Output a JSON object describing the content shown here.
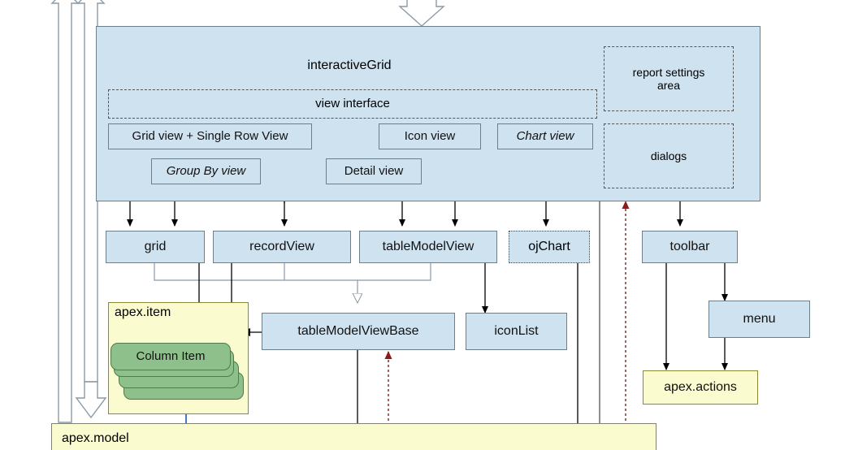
{
  "diagram": {
    "title": "interactiveGrid",
    "colors": {
      "component_fill": "#cfe2f0",
      "component_stroke": "#6b7f8c",
      "apex_fill": "#fbfbd0",
      "apex_stroke": "#8a8a33",
      "item_fill": "#8ec08c",
      "item_stroke": "#4e7a4e",
      "model_arrow": "#3b6fb6",
      "dep_arrow": "#8b1a1a"
    },
    "interactive_grid": {
      "title": "interactiveGrid",
      "view_interface": "view interface",
      "views": [
        {
          "label": "Grid view + Single Row View",
          "italic": false
        },
        {
          "label": "Group By view",
          "italic": true
        },
        {
          "label": "Icon view",
          "italic": false
        },
        {
          "label": "Detail view",
          "italic": false
        },
        {
          "label": "Chart view",
          "italic": true
        }
      ],
      "regions": [
        {
          "label": "report settings\narea"
        },
        {
          "label": "dialogs"
        }
      ],
      "report_settings_line1": "report settings",
      "report_settings_line2": "area",
      "dialogs_label": "dialogs"
    },
    "widgets": [
      {
        "label": "grid",
        "style": "solid"
      },
      {
        "label": "recordView",
        "style": "solid"
      },
      {
        "label": "tableModelView",
        "style": "solid"
      },
      {
        "label": "ojChart",
        "style": "dotted"
      },
      {
        "label": "toolbar",
        "style": "solid"
      },
      {
        "label": "tableModelViewBase",
        "style": "solid"
      },
      {
        "label": "iconList",
        "style": "solid"
      },
      {
        "label": "menu",
        "style": "solid"
      }
    ],
    "apex_item": {
      "title": "apex.item",
      "column_item": "Column Item",
      "stack_count": 3
    },
    "apex_actions": {
      "label": "apex.actions"
    },
    "apex_model": {
      "label": "apex.model"
    }
  }
}
